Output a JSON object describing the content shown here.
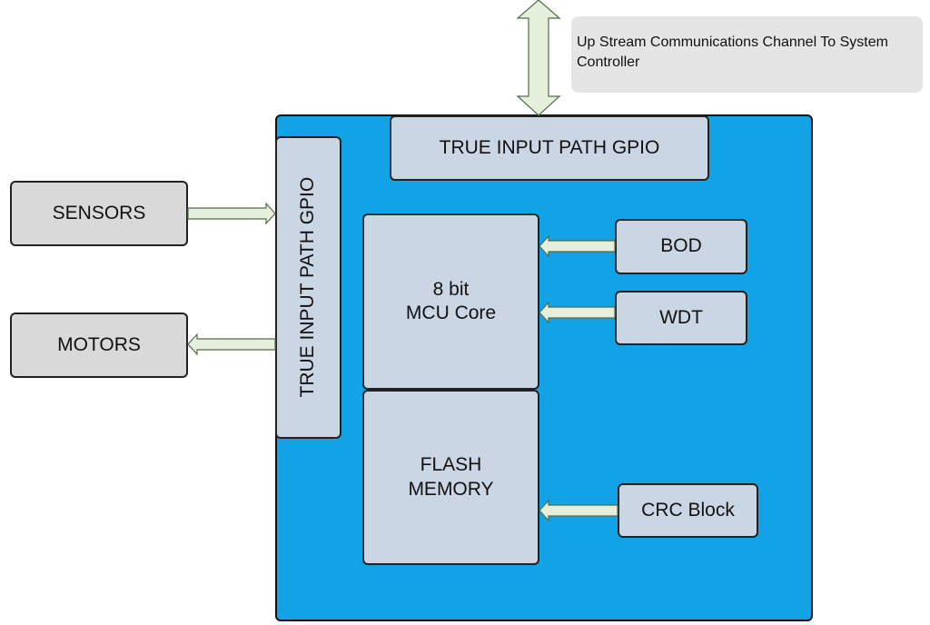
{
  "note": "Up Stream Communications Channel To System Controller",
  "blocks": {
    "gpio_top": "TRUE INPUT PATH GPIO",
    "gpio_left": "TRUE INPUT PATH GPIO",
    "core_line1": "8 bit",
    "core_line2": "MCU Core",
    "flash_line1": "FLASH",
    "flash_line2": "MEMORY",
    "bod": "BOD",
    "wdt": "WDT",
    "crc": "CRC Block",
    "sensors": "SENSORS",
    "motors": "MOTORS"
  },
  "colors": {
    "chip": "#11a3e6",
    "block": "#cbd6e4",
    "external": "#d9d9d9",
    "arrow_fill": "#e6eedc"
  }
}
